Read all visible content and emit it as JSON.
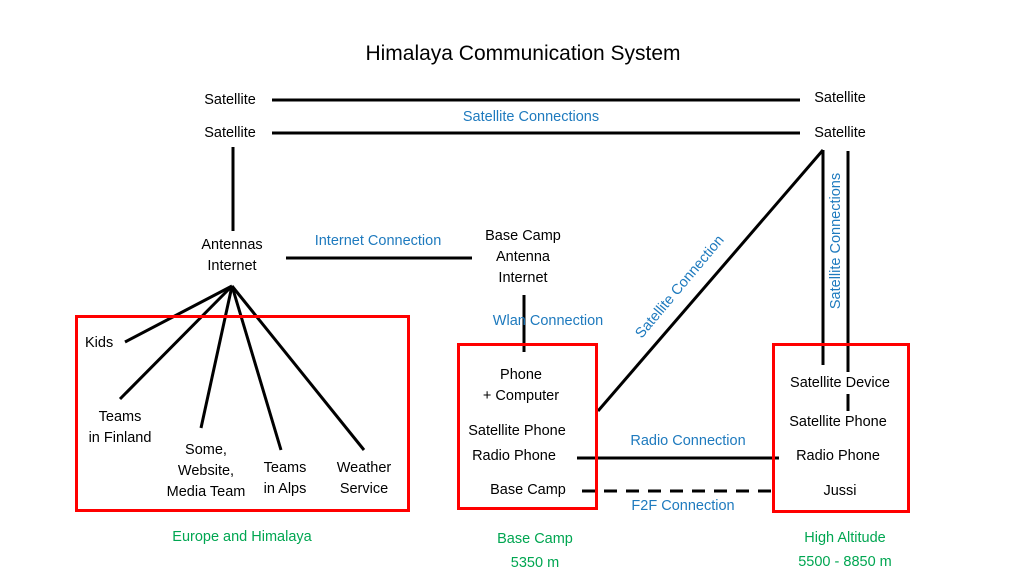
{
  "title": "Himalaya Communication System",
  "colors": {
    "ink": "#000000",
    "blue": "#1E7ABE",
    "green": "#00A651",
    "red": "#FF0000"
  },
  "satellites": {
    "left_upper": "Satellite",
    "left_lower": "Satellite",
    "right_upper": "Satellite",
    "right_lower": "Satellite"
  },
  "connections": {
    "satellite_top": "Satellite Connections",
    "internet": "Internet Connection",
    "wlan": "Wlan Connection",
    "satellite_diagonal": "Satellite Connection",
    "satellite_vertical": "Satellite Connections",
    "radio": "Radio Connection",
    "f2f": "F2F Connection"
  },
  "hubs": {
    "antennas_internet": "Antennas\nInternet",
    "base_camp_antenna": "Base Camp\nAntenna\nInternet"
  },
  "groups": {
    "europe": {
      "items": [
        "Kids",
        "Teams\nin Finland",
        "Some,\nWebsite,\nMedia Team",
        "Teams\nin Alps",
        "Weather\nService"
      ],
      "caption": "Europe and Himalaya"
    },
    "base_camp": {
      "items": [
        "Phone\n+ Computer",
        "Satellite Phone",
        "Radio Phone",
        "Base Camp"
      ],
      "caption": "Base Camp\n5350 m"
    },
    "high_altitude": {
      "items": [
        "Satellite Device",
        "Satellite Phone",
        "Radio Phone",
        "Jussi"
      ],
      "caption": "High Altitude\n5500 - 8850 m"
    }
  }
}
